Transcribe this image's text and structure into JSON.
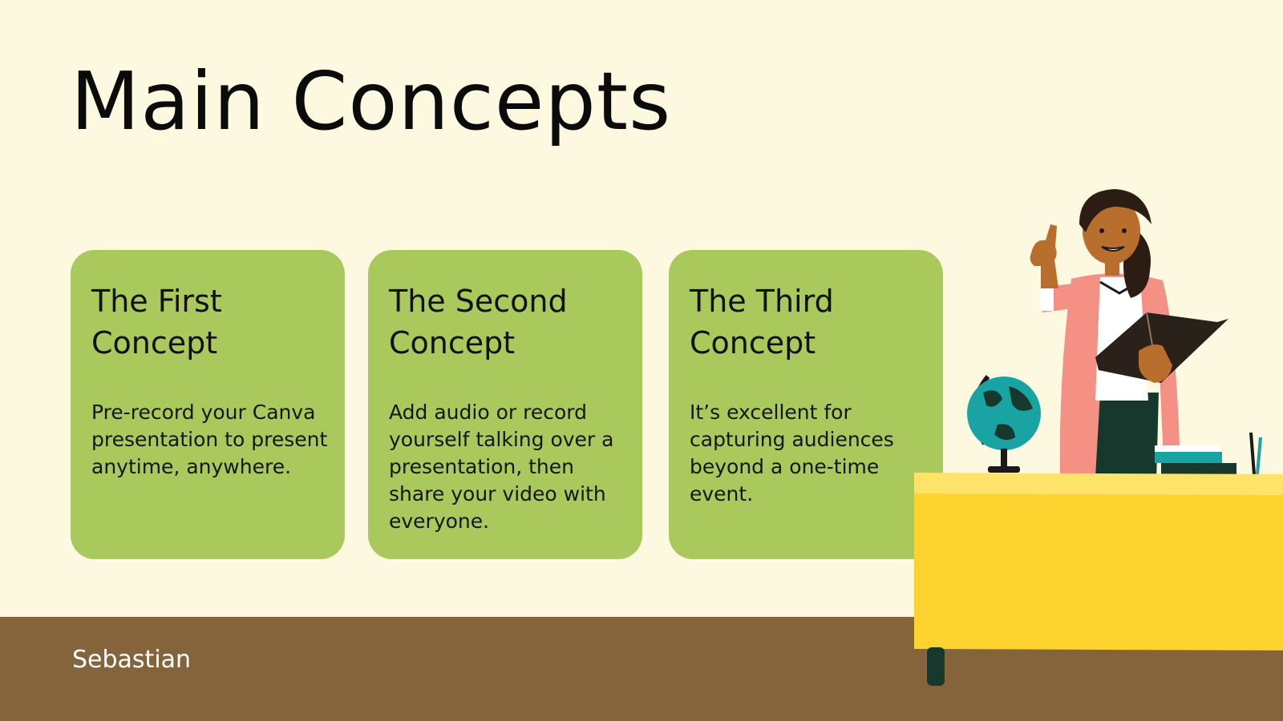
{
  "slide": {
    "title": "Main Concepts",
    "footer_name": "Sebastian"
  },
  "cards": [
    {
      "title_line1": "The First",
      "title_line2": "Concept",
      "text": "Pre-record your Canva presentation to present anytime, anywhere."
    },
    {
      "title_line1": "The Second",
      "title_line2": "Concept",
      "text": "Add audio or record yourself talking over a presentation, then share your video with everyone."
    },
    {
      "title_line1": "The Third",
      "title_line2": "Concept",
      "text": "It’s excellent for capturing audiences beyond a one-time event."
    }
  ],
  "colors": {
    "background": "#fdf9e1",
    "floor": "#86643b",
    "card": "#a9c95d",
    "desk_top": "#fde36a",
    "desk_front": "#fdd42f",
    "jacket": "#f59184",
    "skin": "#b86e2c",
    "globe": "#1aa3a3",
    "dark": "#17382c"
  },
  "icons": [
    "teacher-illustration",
    "globe-icon",
    "book-icon",
    "desk-icon"
  ]
}
